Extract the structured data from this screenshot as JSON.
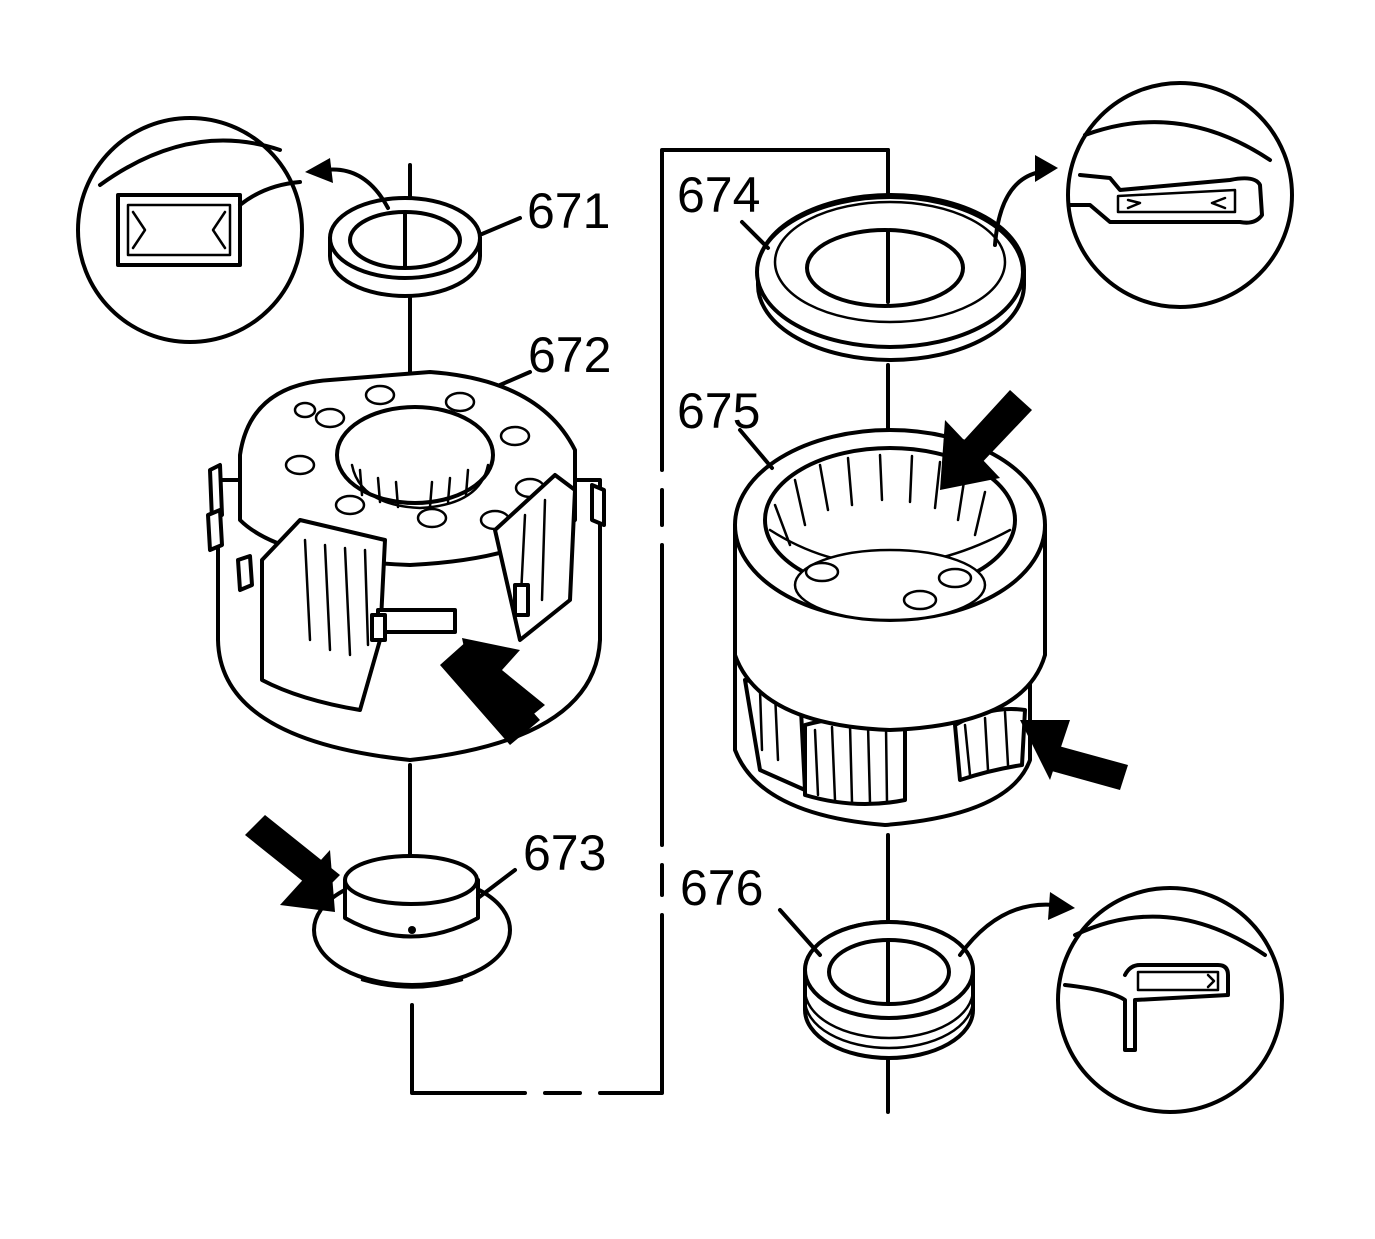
{
  "labels": {
    "part_671": "671",
    "part_672": "672",
    "part_673": "673",
    "part_674": "674",
    "part_675": "675",
    "part_676": "676"
  },
  "colors": {
    "line": "#000000",
    "background": "#ffffff"
  }
}
